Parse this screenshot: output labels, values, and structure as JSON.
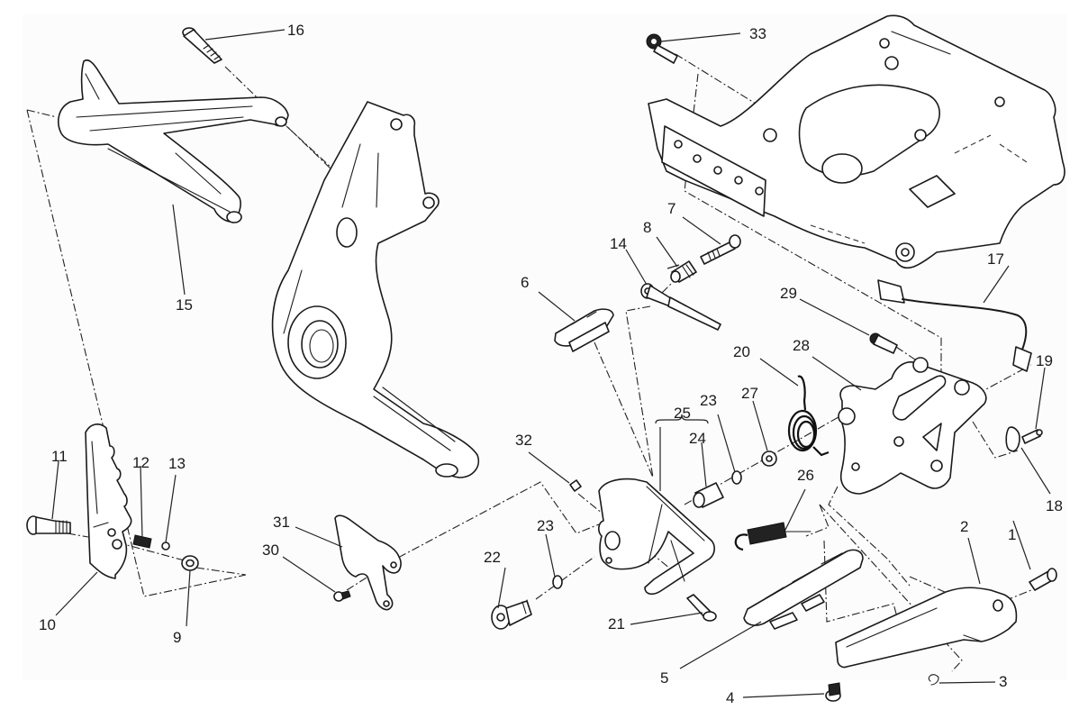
{
  "diagram": {
    "type": "exploded-parts-diagram",
    "subject": "footrest and rear brake / gear pedal assembly",
    "colors": {
      "line": "#1a1a1a",
      "background": "#ffffff",
      "panel": "#fcfcfc"
    },
    "callouts": [
      {
        "id": "1",
        "part": "pin"
      },
      {
        "id": "2",
        "part": "footpeg-bracket-arm"
      },
      {
        "id": "3",
        "part": "clip"
      },
      {
        "id": "4",
        "part": "rivet"
      },
      {
        "id": "5",
        "part": "footpeg-rubber"
      },
      {
        "id": "6",
        "part": "pad"
      },
      {
        "id": "7",
        "part": "screw"
      },
      {
        "id": "8",
        "part": "spacer"
      },
      {
        "id": "9",
        "part": "washer"
      },
      {
        "id": "10",
        "part": "passenger-footpeg"
      },
      {
        "id": "11",
        "part": "pin"
      },
      {
        "id": "12",
        "part": "spring"
      },
      {
        "id": "13",
        "part": "ball"
      },
      {
        "id": "14",
        "part": "rod-end"
      },
      {
        "id": "15",
        "part": "passenger-footrest-bracket"
      },
      {
        "id": "16",
        "part": "screw"
      },
      {
        "id": "17",
        "part": "brake-light-switch-cable"
      },
      {
        "id": "18",
        "part": "cable-clip"
      },
      {
        "id": "19",
        "part": "screw"
      },
      {
        "id": "20",
        "part": "torsion-spring"
      },
      {
        "id": "21",
        "part": "pin"
      },
      {
        "id": "22",
        "part": "pivot-bolt"
      },
      {
        "id": "23",
        "part": "o-ring"
      },
      {
        "id": "24",
        "part": "bushing"
      },
      {
        "id": "25",
        "part": "brake-pedal-assembly"
      },
      {
        "id": "26",
        "part": "return-spring"
      },
      {
        "id": "27",
        "part": "washer"
      },
      {
        "id": "28",
        "part": "rider-footrest-bracket"
      },
      {
        "id": "29",
        "part": "screw"
      },
      {
        "id": "30",
        "part": "screw"
      },
      {
        "id": "31",
        "part": "heel-guard"
      },
      {
        "id": "32",
        "part": "nut"
      },
      {
        "id": "33",
        "part": "screw"
      }
    ]
  }
}
